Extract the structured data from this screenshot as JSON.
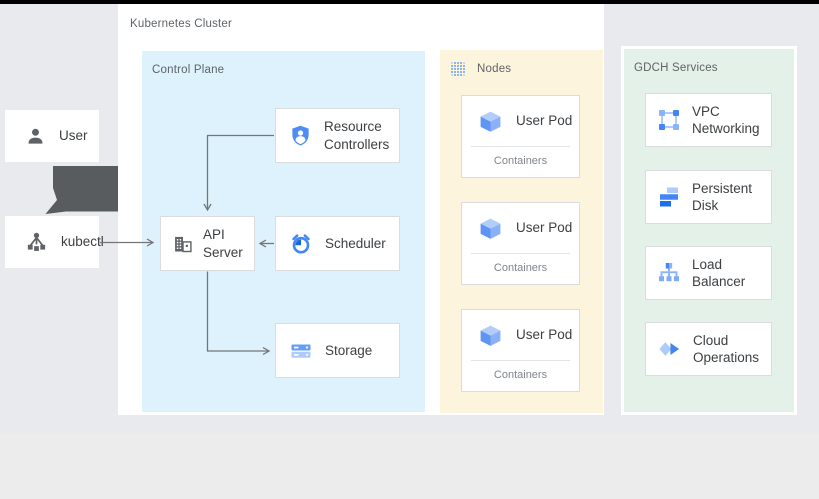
{
  "diagram": {
    "cluster_label": "Kubernetes Cluster",
    "actors": {
      "user": {
        "label": "User",
        "icon": "person-icon"
      },
      "kubectl": {
        "label": "kubectl",
        "icon": "hub-icon"
      }
    },
    "control_plane": {
      "label": "Control Plane",
      "cards": [
        {
          "id": "resource-controllers",
          "label": "Resource Controllers",
          "icon": "shield-person-icon"
        },
        {
          "id": "api-server",
          "label": "API Server",
          "icon": "building-icon"
        },
        {
          "id": "scheduler",
          "label": "Scheduler",
          "icon": "clock-icon"
        },
        {
          "id": "storage",
          "label": "Storage",
          "icon": "storage-stack-icon"
        }
      ]
    },
    "nodes": {
      "label": "Nodes",
      "icon": "dot-grid-icon",
      "pods": [
        {
          "label": "User Pod",
          "sublabel": "Containers",
          "icon": "cube-icon"
        },
        {
          "label": "User Pod",
          "sublabel": "Containers",
          "icon": "cube-icon"
        },
        {
          "label": "User Pod",
          "sublabel": "Containers",
          "icon": "cube-icon"
        }
      ]
    },
    "gdch": {
      "label": "GDCH Services",
      "services": [
        {
          "label": "VPC Networking",
          "icon": "vpc-network-icon"
        },
        {
          "label": "Persistent Disk",
          "icon": "persistent-disk-icon"
        },
        {
          "label": "Load Balancer",
          "icon": "load-balancer-icon"
        },
        {
          "label": "Cloud Operations",
          "icon": "cloud-operations-icon"
        }
      ]
    },
    "connections": [
      {
        "from": "user",
        "to": "kubectl",
        "style": "thick-dark-block"
      },
      {
        "from": "kubectl",
        "to": "api-server",
        "style": "thin-gray"
      },
      {
        "from": "resource-controllers",
        "to": "api-server",
        "style": "thin-gray"
      },
      {
        "from": "scheduler",
        "to": "api-server",
        "style": "thin-gray"
      },
      {
        "from": "api-server",
        "to": "storage",
        "style": "thin-gray"
      }
    ],
    "colors": {
      "page_bg": "#e8eaed",
      "footer_bg": "#ececec",
      "top_strip": "#000000",
      "cluster_bg": "#ffffff",
      "control_plane_bg": "#ddf2fc",
      "nodes_bg": "#fcf4dc",
      "gdch_bg": "#e4f1e8",
      "card_border": "#dadce0",
      "label_gray": "#5f6368",
      "text_dark": "#3c4043",
      "arrow_gray": "#757575",
      "thick_arrow_dark": "#595c5e",
      "accent_blue": "#4285f4",
      "accent_blue_light": "#8ab4f8",
      "accent_blue_lighter": "#aecbfa"
    }
  }
}
